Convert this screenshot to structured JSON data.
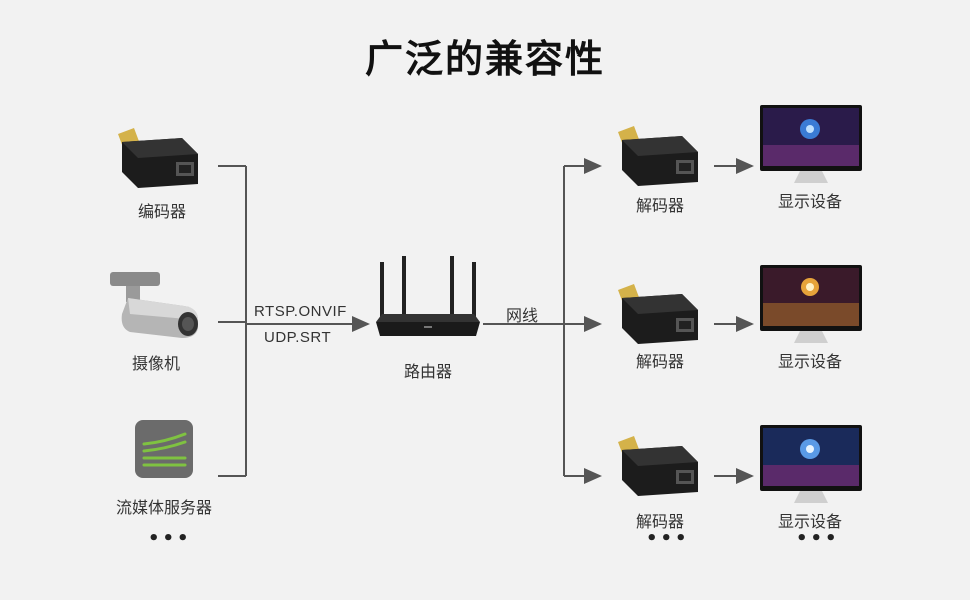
{
  "title": "广泛的兼容性",
  "sources": {
    "encoder": "编码器",
    "camera": "摄像机",
    "media_server": "流媒体服务器",
    "more": "•••"
  },
  "protocols": {
    "line1": "RTSP.ONVIF",
    "line2": "UDP.SRT"
  },
  "router": {
    "label": "路由器"
  },
  "link": {
    "label": "网线"
  },
  "outputs": [
    {
      "decoder": "解码器",
      "display": "显示设备"
    },
    {
      "decoder": "解码器",
      "display": "显示设备"
    },
    {
      "decoder": "解码器",
      "display": "显示设备"
    }
  ],
  "outputs_more": "•••",
  "colors": {
    "background": "#f2f2f2",
    "line": "#555555",
    "device_body": "#1c1c1c",
    "hdmi_gold": "#d4b24a",
    "stripe_green": "#7fc241",
    "server_bg": "#6b6b6b"
  }
}
